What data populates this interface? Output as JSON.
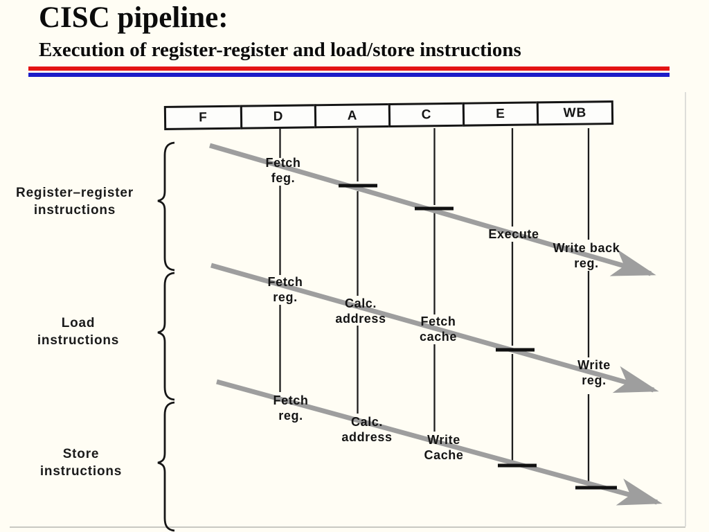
{
  "slide": {
    "title": "CISC pipeline:",
    "subtitle": "Execution of register-register and load/store instructions",
    "accent_colors": {
      "red": "#e31414",
      "blue": "#1d1dc8"
    }
  },
  "pipeline": {
    "stages": [
      "F",
      "D",
      "A",
      "C",
      "E",
      "WB"
    ]
  },
  "groups": [
    {
      "lines": [
        "Register–register",
        "instructions"
      ]
    },
    {
      "lines": [
        "Load",
        "instructions"
      ]
    },
    {
      "lines": [
        "Store",
        "instructions"
      ]
    }
  ],
  "annotations": {
    "rr": {
      "fetch": [
        "Fetch",
        "feg."
      ],
      "execute": [
        "Execute"
      ],
      "writeback": [
        "Write back",
        "reg."
      ]
    },
    "load": {
      "fetch": [
        "Fetch",
        "reg."
      ],
      "calc": [
        "Calc.",
        "address"
      ],
      "fetchcache": [
        "Fetch",
        "cache"
      ],
      "writereg": [
        "Write",
        "reg."
      ]
    },
    "store": {
      "fetch": [
        "Fetch",
        "reg."
      ],
      "calc": [
        "Calc.",
        "address"
      ],
      "writecache": [
        "Write",
        "Cache"
      ]
    }
  },
  "diagram_colors": {
    "arrow_gray": "#9e9e9e",
    "line_black": "#1c1c1c"
  }
}
